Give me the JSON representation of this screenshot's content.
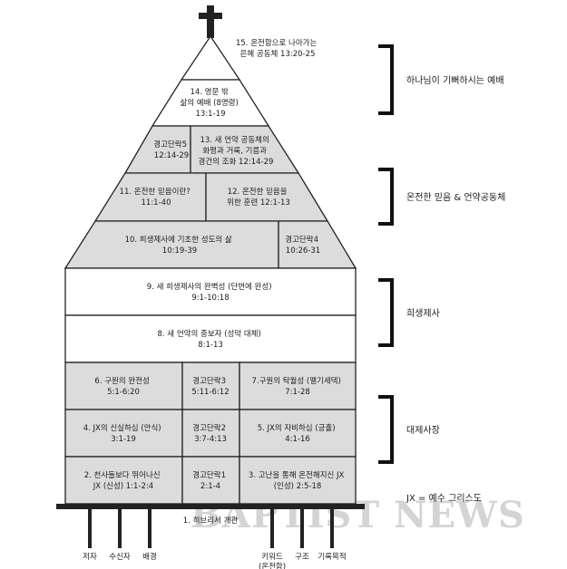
{
  "watermark": "BAPTIST NEWS",
  "sections": {
    "s15": [
      "15. 온전함으로 나아가는",
      "은혜 공동체 13:20-25"
    ],
    "s14": [
      "14. 영문 밖",
      "삶의 예배 (8명령)",
      "13:1-19"
    ],
    "w5": [
      "경고단락5",
      "12:14-29"
    ],
    "s13": [
      "13. 새 언약 공동체의",
      "화평과 거룩, 기름과",
      "경건의 조화 12:14-29"
    ],
    "s11": [
      "11. 온전한 믿음이란?",
      "11:1-40"
    ],
    "s12": [
      "12. 온전한 믿음을",
      "위한 훈련 12:1-13"
    ],
    "s10": [
      "10. 희생제사에 기초한 성도의 삶",
      "10:19-39"
    ],
    "w4": [
      "경고단락4",
      "10:26-31"
    ],
    "s9": [
      "9. 새 희생제사의 완벽성 (단번에 완성)",
      "9:1-10:18"
    ],
    "s8": [
      "8. 새 언약의 중보자 (성막 대체)",
      "8:1-13"
    ],
    "s6": [
      "6. 구원의 완전성",
      "5:1-6:20"
    ],
    "w3": [
      "경고단락3",
      "5:11-6:12"
    ],
    "s7": [
      "7.구원의 탁월성 (멜기세덱)",
      "7:1-28"
    ],
    "s4": [
      "4. JX의 신실하심 (안식)",
      "3:1-19"
    ],
    "w2": [
      "경고단락2",
      "3:7-4:13"
    ],
    "s5": [
      "5. JX의 자비하심 (긍휼)",
      "4:1-16"
    ],
    "s2": [
      "2. 천사들보다 뛰어나신",
      "JX (신성) 1:1-2:4"
    ],
    "w1": [
      "경고단락1",
      "2:1-4"
    ],
    "s3": [
      "3. 고난을 통해 온전해지신 JX",
      "(인성) 2:5-18"
    ],
    "s1": "1. 히브리서 개관"
  },
  "pillars": [
    "저자",
    "수신자",
    "배경",
    "키워드",
    "(온전함)",
    "구조",
    "기록목적"
  ],
  "side_labels": [
    "하나님이 기뻐하시는 예배",
    "온전한 믿음 & 언약공동체",
    "희생제사",
    "대제사장"
  ],
  "legend": "JX = 예수 그리스도",
  "colors": {
    "cell_fill": "#dcdcdc",
    "line": "#222222",
    "watermark": "#d4d4d4"
  },
  "icons": [
    "cross-icon"
  ]
}
